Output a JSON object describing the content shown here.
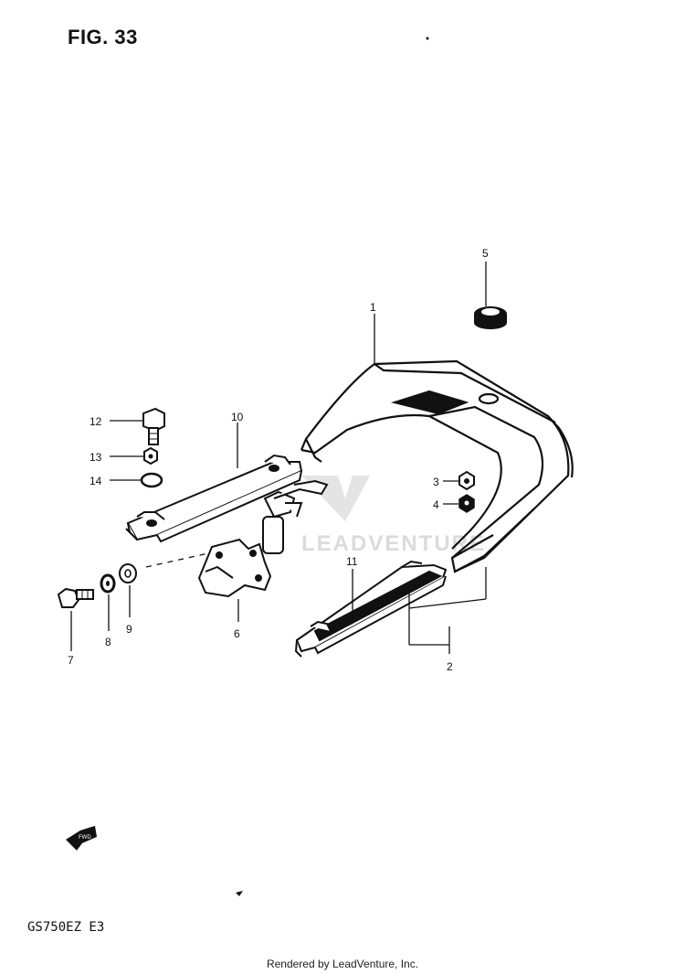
{
  "figure": {
    "title": "FIG. 33"
  },
  "model_code": "GS750EZ E3",
  "footer": "Rendered by LeadVenture, Inc.",
  "watermark": "LEADVENTURE",
  "callouts": {
    "c1": "1",
    "c2": "2",
    "c3": "3",
    "c4": "4",
    "c5": "5",
    "c6": "6",
    "c7": "7",
    "c8": "8",
    "c9": "9",
    "c10": "10",
    "c11": "11",
    "c12": "12",
    "c13": "13",
    "c14": "14"
  },
  "fwd_arrow": "FWD"
}
